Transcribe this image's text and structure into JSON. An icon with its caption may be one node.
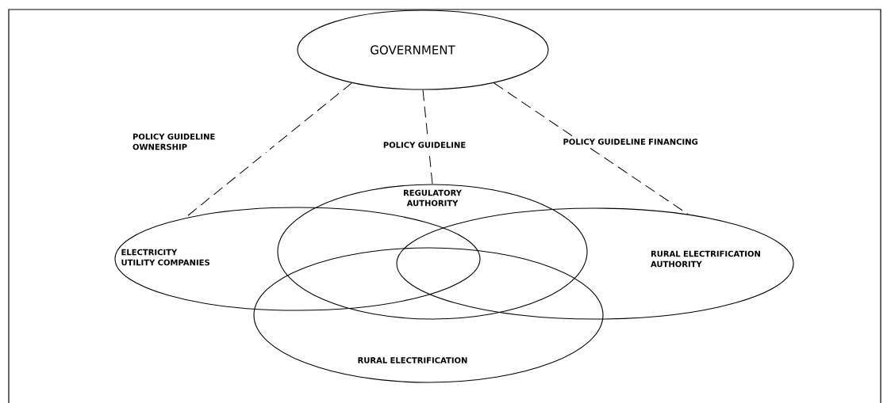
{
  "diagram": {
    "nodes": [
      {
        "text": [
          "GOVERNMENT"
        ]
      },
      {
        "text": [
          "REGULATORY AUTHORITY"
        ]
      },
      {
        "text": [
          "ELECTRICITY UTILITY COMPANIES"
        ]
      },
      {
        "text": [
          "RURAL ELECTRIFICATION AUTHORITY"
        ]
      },
      {
        "text": [
          "RURAL ELECTRIFICATION"
        ]
      }
    ],
    "edges": [
      {
        "from": 0,
        "to": 2,
        "arrow": "none",
        "style": "dashed",
        "label": "POLICY GUIDELINE OWNERSHIP"
      },
      {
        "from": 0,
        "to": 1,
        "arrow": "none",
        "style": "dashed",
        "label": "POLICY GUIDELINE"
      },
      {
        "from": 0,
        "to": 3,
        "arrow": "none",
        "style": "dashed",
        "label": "POLICY GUIDELINE FINANCING"
      }
    ]
  }
}
